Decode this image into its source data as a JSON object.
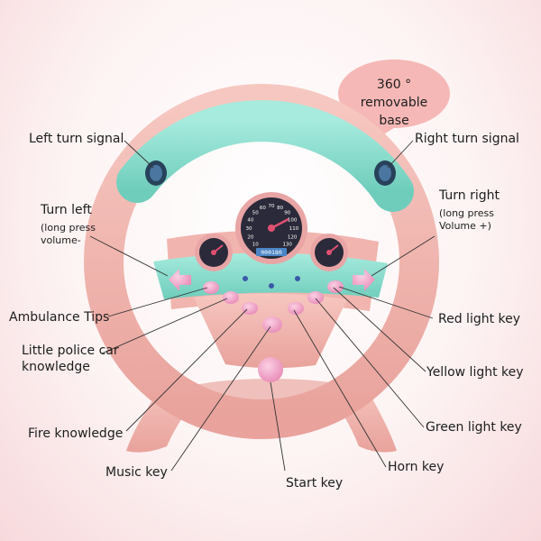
{
  "bubble": {
    "line1": "360 ° removable",
    "line2": "base"
  },
  "labels": {
    "left_turn_signal": "Left turn signal",
    "right_turn_signal": "Right turn signal",
    "turn_left": "Turn left",
    "turn_left_note1": "(long press",
    "turn_left_note2": "volume-",
    "turn_right": "Turn right",
    "turn_right_note1": "(long press",
    "turn_right_note2": "Volume +)",
    "ambulance_tips": "Ambulance Tips",
    "little_police_1": "Little police car",
    "little_police_2": "knowledge",
    "fire_knowledge": "Fire knowledge",
    "music_key": "Music key",
    "start_key": "Start key",
    "horn_key": "Horn key",
    "green_light_key": "Green light key",
    "yellow_light_key": "Yellow light key",
    "red_light_key": "Red light key"
  },
  "gauge": {
    "numbers": [
      "10",
      "20",
      "30",
      "40",
      "50",
      "60",
      "70",
      "80",
      "90",
      "100",
      "110",
      "120",
      "130"
    ],
    "display": "000180"
  },
  "colors": {
    "teal": "#8fe0d0",
    "pink": "#f2b5b0",
    "button_pink": "#f4a0c8",
    "leader": "#333333"
  }
}
